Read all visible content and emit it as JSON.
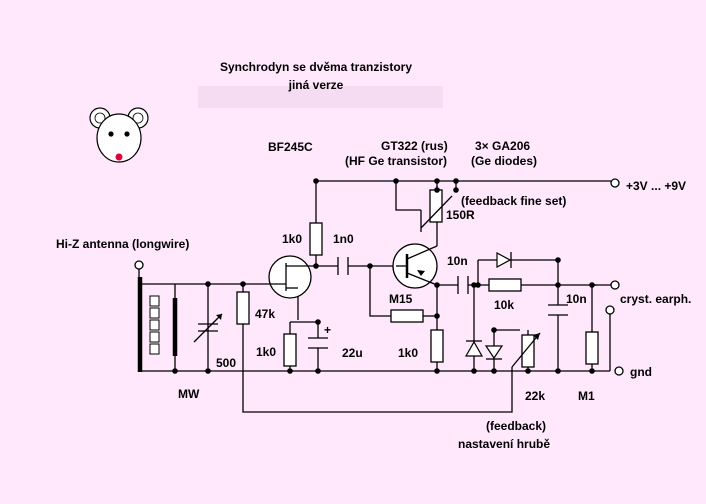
{
  "title": {
    "line1": "Synchrodyn se dvěma tranzistory",
    "line2": "jiná verze"
  },
  "components": {
    "fet": "BF245C",
    "bjt": "GT322 (rus)",
    "bjt_note": "(HF Ge  transistor)",
    "diodes_count": "3× GA206",
    "diodes_note": "(Ge diodes)",
    "feedback_fine": "(feedback fine set)",
    "r_150": "150R",
    "r_1k0_top": "1k0",
    "c_1n0": "1n0",
    "r_47k": "47k",
    "r_1k0_source": "1k0",
    "c_22u": "22u",
    "r_1k0_emitter": "1k0",
    "rfc_m15": "M15",
    "c_10n_left": "10n",
    "c_10n_right": "10n",
    "r_10k": "10k",
    "pot_22k": "22k",
    "r_m1": "M1",
    "cap_500": "500",
    "coil_mw": "MW"
  },
  "terminals": {
    "antenna": "Hi-Z antenna (longwire)",
    "supply": "+3V ... +9V",
    "earphone": "cryst. earph.",
    "ground": "gnd"
  },
  "notes": {
    "feedback": "(feedback)",
    "coarse": "nastavení hrubě"
  },
  "colors": {
    "background": "#ffe8fb",
    "ink": "#000000",
    "mouse_nose": "#e0003c"
  }
}
